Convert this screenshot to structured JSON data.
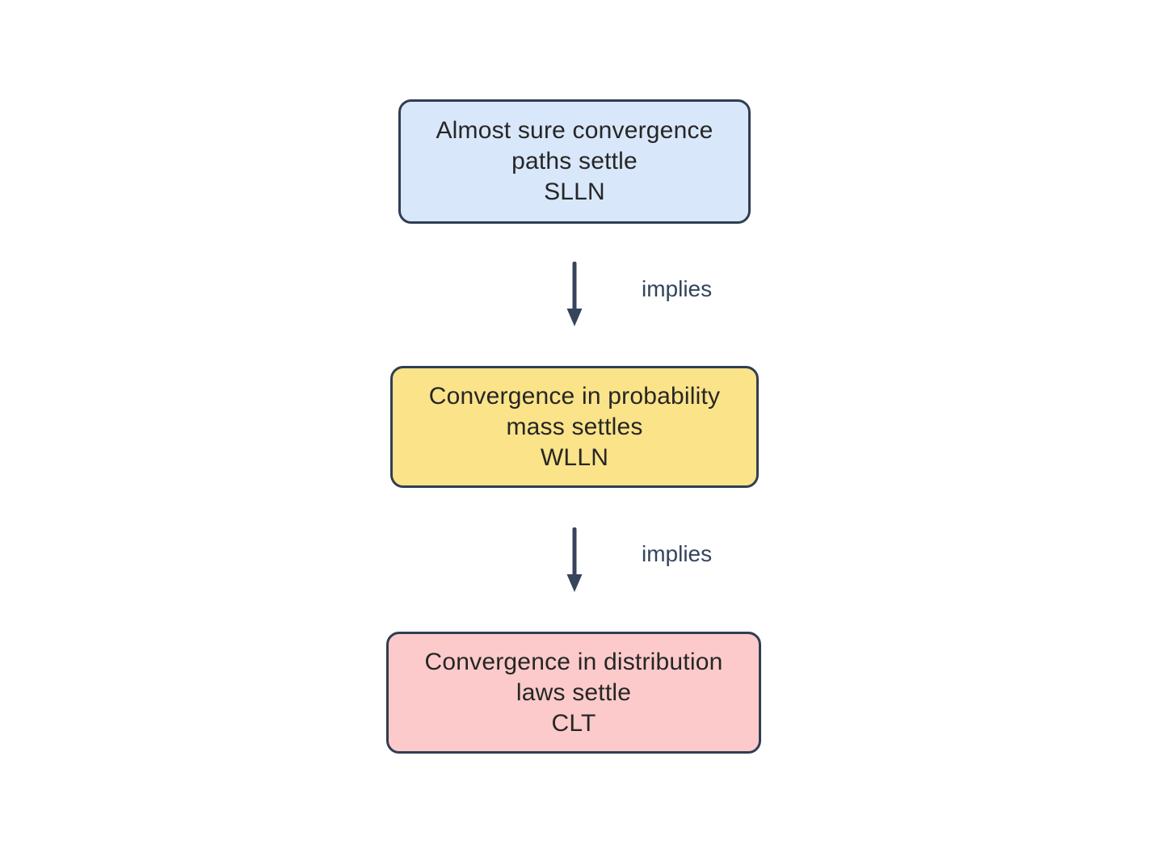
{
  "diagram": {
    "kind": "flowchart-vertical",
    "background": "#ffffff",
    "nodes": [
      {
        "id": "almost-sure-convergence",
        "lines": [
          "Almost sure convergence",
          "paths settle",
          "SLLN"
        ],
        "fill": "#d9e7fa",
        "border": "#2f3e52"
      },
      {
        "id": "convergence-in-probability",
        "lines": [
          "Convergence in probability",
          "mass settles",
          "WLLN"
        ],
        "fill": "#fbe389",
        "border": "#2f3e52"
      },
      {
        "id": "convergence-in-distribution",
        "lines": [
          "Convergence in distribution",
          "laws settle",
          "CLT"
        ],
        "fill": "#fccaca",
        "border": "#2f3e52"
      }
    ],
    "edges": [
      {
        "from": "almost-sure-convergence",
        "to": "convergence-in-probability",
        "label": "implies"
      },
      {
        "from": "convergence-in-probability",
        "to": "convergence-in-distribution",
        "label": "implies"
      }
    ],
    "colors": {
      "arrow": "#36455c",
      "edge_label": "#33455c",
      "node_text": "#262626",
      "node_border": "#2f3e52"
    }
  }
}
